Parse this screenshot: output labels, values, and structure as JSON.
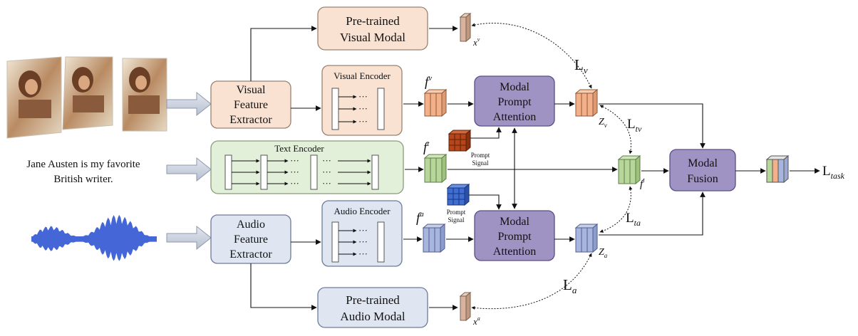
{
  "text_input": {
    "line1": "Jane Austen is my favorite",
    "line2": "British writer."
  },
  "visual_extractor": {
    "line1": "Visual",
    "line2": "Feature",
    "line3": "Extractor"
  },
  "audio_extractor": {
    "line1": "Audio",
    "line2": "Feature",
    "line3": "Extractor"
  },
  "visual_encoder": {
    "title": "Visual Encoder"
  },
  "audio_encoder": {
    "title": "Audio Encoder"
  },
  "text_encoder": {
    "title": "Text Encoder"
  },
  "pretrained_visual": {
    "line1": "Pre-trained",
    "line2": "Visual Modal"
  },
  "pretrained_audio": {
    "line1": "Pre-trained",
    "line2": "Audio Modal"
  },
  "attention_top": {
    "line1": "Modal",
    "line2": "Prompt",
    "line3": "Attention"
  },
  "attention_bottom": {
    "line1": "Modal",
    "line2": "Prompt",
    "line3": "Attention"
  },
  "fusion": {
    "line1": "Modal",
    "line2": "Fusion"
  },
  "prompt_top": {
    "line1": "Prompt",
    "line2": "Signal"
  },
  "prompt_bottom": {
    "line1": "Prompt",
    "line2": "Signal"
  },
  "labels": {
    "f": "f",
    "sup_v": "v",
    "sup_t": "t",
    "sup_a": "a",
    "z": "Z",
    "x": "x",
    "L": "L",
    "sub_tv": "tv",
    "sub_ta": "ta",
    "sub_task": "task"
  },
  "colors": {
    "visual_fill": "#f9e2d2",
    "visual_stroke": "#9b8270",
    "audio_fill": "#dfe6f1",
    "audio_stroke": "#6d7b97",
    "text_fill": "#e2efd9",
    "text_stroke": "#8a9a7c",
    "attention_fill": "#9e93c2",
    "attention_stroke": "#5b4f86",
    "prompt_orange": "#b5461c",
    "prompt_blue": "#3e6ed1",
    "waveform": "#4466d6",
    "feat_orange": "#f3b089",
    "feat_green": "#b7d79a",
    "feat_blue": "#a8b6df"
  }
}
